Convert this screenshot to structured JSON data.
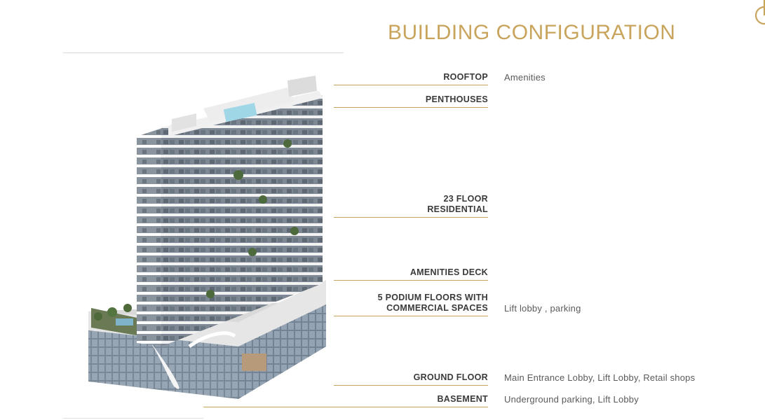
{
  "title": "BUILDING CONFIGURATION",
  "brand_color": "#c9a45c",
  "logo_icon": "gold-circle-logo-icon",
  "floors": [
    {
      "label": "ROOFTOP",
      "description": "Amenities"
    },
    {
      "label": "PENTHOUSES",
      "description": ""
    },
    {
      "label": "23 FLOOR",
      "label2": "RESIDENTIAL",
      "description": ""
    },
    {
      "label": "AMENITIES DECK",
      "description": ""
    },
    {
      "label": "5 PODIUM FLOORS WITH",
      "label2": "COMMERCIAL SPACES",
      "description": "Lift lobby , parking"
    },
    {
      "label": "GROUND FLOOR",
      "description": "Main Entrance Lobby, Lift Lobby, Retail shops"
    },
    {
      "label": "BASEMENT",
      "description": "Underground parking, Lift Lobby"
    }
  ]
}
